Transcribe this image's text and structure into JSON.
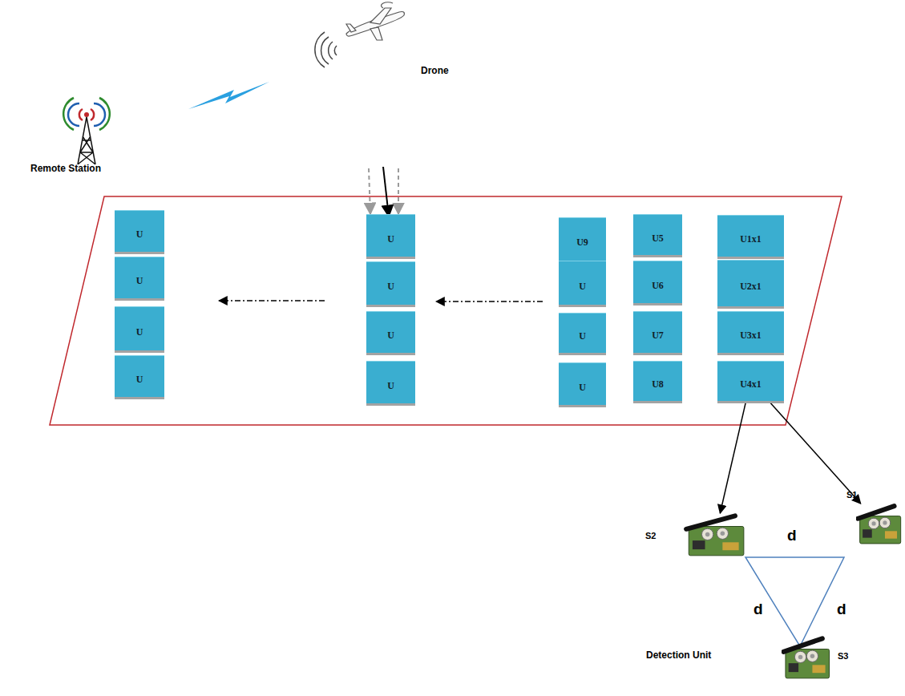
{
  "diagram": {
    "nodes": [
      {
        "text": [
          "U"
        ]
      },
      {
        "text": [
          "U"
        ]
      },
      {
        "text": [
          "U"
        ]
      },
      {
        "text": [
          "U"
        ]
      },
      {
        "text": [
          "U"
        ]
      },
      {
        "text": [
          "U"
        ]
      },
      {
        "text": [
          "U"
        ]
      },
      {
        "text": [
          "U"
        ]
      },
      {
        "text": [
          "U9"
        ]
      },
      {
        "text": [
          "U"
        ]
      },
      {
        "text": [
          "U"
        ]
      },
      {
        "text": [
          "U"
        ]
      },
      {
        "text": [
          "U5"
        ]
      },
      {
        "text": [
          "U6"
        ]
      },
      {
        "text": [
          "U7"
        ]
      },
      {
        "text": [
          "U8"
        ]
      },
      {
        "text": [
          "U1x1"
        ]
      },
      {
        "text": [
          "U2x1"
        ]
      },
      {
        "text": [
          "U3x1"
        ]
      },
      {
        "text": [
          "U4x1"
        ]
      },
      {
        "text": [
          "S1"
        ]
      },
      {
        "text": [
          "S2"
        ]
      },
      {
        "text": [
          "S3"
        ]
      }
    ],
    "edges": [
      {
        "from": 19,
        "to": 21,
        "arrow": "to"
      },
      {
        "from": 19,
        "to": 20,
        "arrow": "to"
      }
    ],
    "labels": [
      "Remote Station",
      "Drone",
      "d",
      "d",
      "d",
      "Detection Unit"
    ]
  }
}
